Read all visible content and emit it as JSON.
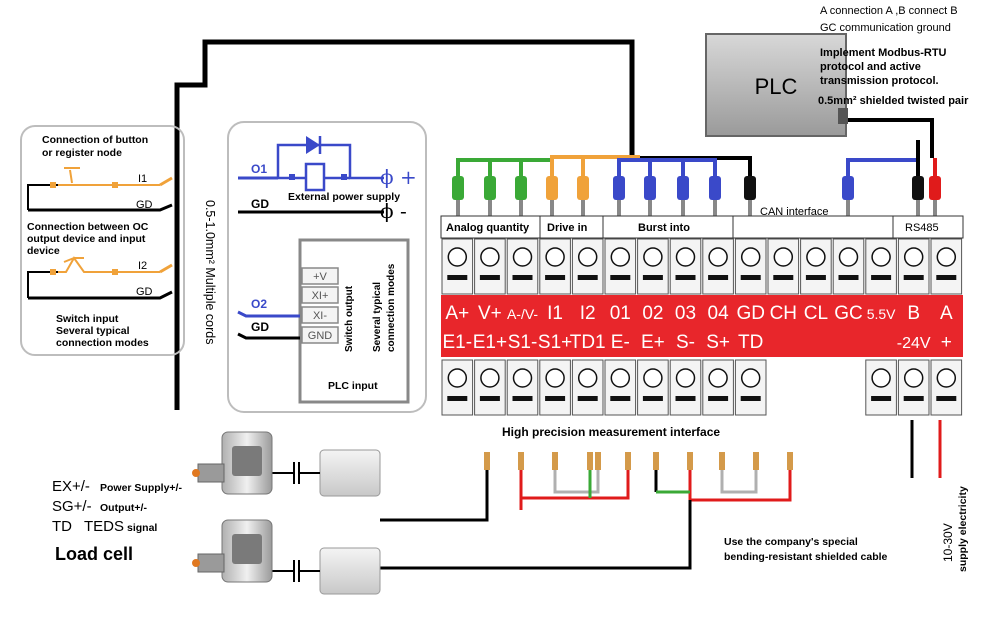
{
  "colors": {
    "terminal_strip": "#e8262b",
    "wire_green": "#3aa936",
    "wire_orange": "#f0a23a",
    "wire_blue": "#3a49c9",
    "wire_red": "#e01b1b",
    "wire_black": "#000000",
    "wire_grey": "#b0b0b0",
    "panel_border": "#bdbdbd"
  },
  "plc": {
    "label": "PLC",
    "note_line1": "A connection A ,B connect B",
    "note_line2": "GC communication ground",
    "protocol_line1": "Implement Modbus-RTU",
    "protocol_line2": "protocol and active",
    "protocol_line3": "transmission protocol.",
    "cable_note": "0.5mm² shielded twisted pair"
  },
  "left_panel": {
    "button_title_1": "Connection of button",
    "button_title_2": "or register node",
    "oc_title_1": "Connection between OC",
    "oc_title_2": "output device and input",
    "oc_title_3": "device",
    "i1": "I1",
    "i2": "I2",
    "gd": "GD",
    "switch_input": "Switch input",
    "typical_1": "Several typical",
    "typical_2": "connection modes"
  },
  "cord_label": "0.5-1.0mm² Multiple cords",
  "middle_panel": {
    "o1": "O1",
    "o2": "O2",
    "gd": "GD",
    "phi_plus": "ϕ +",
    "phi_minus": "ϕ -",
    "ext_supply": "External power supply",
    "plc_terms": [
      "+V",
      "XI+",
      "XI-",
      "GND"
    ],
    "switch_output": "Switch output",
    "typical_1": "Several typical",
    "typical_2": "connection modes",
    "plc_input": "PLC input"
  },
  "groups": {
    "analog": "Analog quantity",
    "drive": "Drive in",
    "burst": "Burst into",
    "can": "CAN interface",
    "rs485": "RS485"
  },
  "top_terminals": [
    "A+",
    "V+",
    "A-/V-",
    "I1",
    "I2",
    "01",
    "02",
    "03",
    "04",
    "GD",
    "CH",
    "CL",
    "GC",
    "5.5V",
    "B",
    "A"
  ],
  "bottom_terminals": [
    "E1-",
    "E1+",
    "S1-",
    "S1+",
    "TD1",
    "E-",
    "E+",
    "S-",
    "S+",
    "TD",
    "",
    "",
    "",
    "",
    "-24V",
    "+"
  ],
  "measurement_label": "High precision measurement interface",
  "load_cell": {
    "ex": "EX+/-",
    "ex_desc": "Power Supply+/-",
    "sg": "SG+/-",
    "sg_desc": "Output+/-",
    "td": "TD",
    "td_desc": "TEDS",
    "signal": "signal",
    "title": "Load cell"
  },
  "cable_note_1": "Use the company's special",
  "cable_note_2": "bending-resistant shielded cable",
  "supply": "10-30V",
  "supply_desc": "supply electricity"
}
